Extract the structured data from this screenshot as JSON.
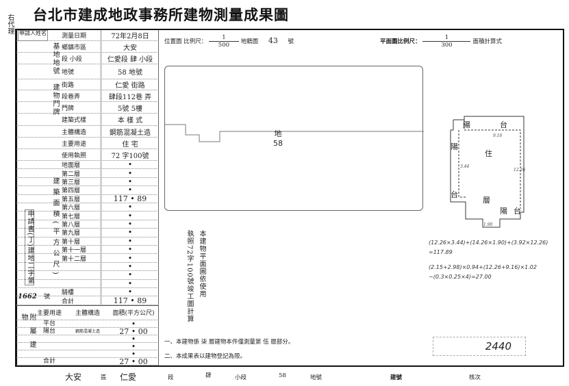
{
  "title": "台北市建成地政事務所建物測量成果圖",
  "side_tag": "右代理",
  "left": {
    "applicant_label": "申請人姓名",
    "rows": [
      {
        "label": "測量日期",
        "value": "72年2月8日"
      },
      {
        "label": "鄉鎮市區",
        "value": "大安"
      },
      {
        "label": "段 小段",
        "value": "仁愛段 肆 小段"
      },
      {
        "label": "地號",
        "value": "58 地號"
      },
      {
        "label": "街路",
        "value": "仁愛 街路"
      },
      {
        "label": "段巷弄",
        "value": "肆段112巷 弄"
      },
      {
        "label": "門牌",
        "value": "5號 5樓"
      },
      {
        "label": "建築式樣",
        "value": "本 樣 式"
      },
      {
        "label": "主體構造",
        "value": "鋼筋混凝土造"
      },
      {
        "label": "主要用途",
        "value": "住 宅"
      },
      {
        "label": "使用執照",
        "value": "72 字100號"
      }
    ],
    "group_site": "基地地號",
    "group_door": "建物門牌",
    "group_area": "建築面積(平方公尺)",
    "floors": [
      {
        "label": "地面層",
        "value": "•"
      },
      {
        "label": "第二層",
        "value": "•"
      },
      {
        "label": "第三層",
        "value": "•"
      },
      {
        "label": "第四層",
        "value": "•"
      },
      {
        "label": "第五層",
        "value": "117 • 89"
      },
      {
        "label": "第六層",
        "value": "•"
      },
      {
        "label": "第七層",
        "value": "•"
      },
      {
        "label": "第八層",
        "value": "•"
      },
      {
        "label": "第九層",
        "value": "•"
      },
      {
        "label": "第十層",
        "value": "•"
      },
      {
        "label": "第十一層",
        "value": "•"
      },
      {
        "label": "第十二層",
        "value": "•"
      },
      {
        "label": "",
        "value": "•"
      },
      {
        "label": "",
        "value": "•"
      },
      {
        "label": "",
        "value": "•"
      },
      {
        "label": "騎樓",
        "value": "•"
      },
      {
        "label": "合計",
        "value": "117 • 89"
      }
    ],
    "applicant_note": "申請書(丁)建地二字第",
    "applicant_no": "1662",
    "applicant_suffix": "號",
    "annex": {
      "group": "附屬建物",
      "headers": [
        "主要用途",
        "主體構造",
        "面積(平方公尺)"
      ],
      "rows": [
        {
          "use": "平台",
          "struct": "",
          "value": "•"
        },
        {
          "use": "陽台",
          "struct": "鋼筋混凝土造",
          "value": "27 • 00"
        },
        {
          "use": "",
          "struct": "",
          "value": "•"
        },
        {
          "use": "",
          "struct": "",
          "value": "•"
        },
        {
          "use": "",
          "struct": "",
          "value": "•"
        },
        {
          "use": "合計",
          "struct": "",
          "value": "27 • 00"
        }
      ]
    }
  },
  "header": {
    "location_label": "位置圖 比例尺：",
    "location_scale_num": "1",
    "location_scale_den": "500",
    "cadastral_label": "地籍圖",
    "cadastral_no": "43",
    "cadastral_suffix": "號",
    "plan_label": "平面圖比例尺：",
    "plan_scale_num": "1",
    "plan_scale_den": "300",
    "area_calc_label": "面積計算式"
  },
  "map": {
    "parcel_label": "地",
    "parcel_no": "58"
  },
  "plan": {
    "labels": [
      "陽",
      "台",
      "陽",
      "住",
      "台",
      "層",
      "陽",
      "台"
    ],
    "dims": [
      "9.16",
      "12.26",
      "3.44",
      "1.90"
    ]
  },
  "vertical_notes": [
    "本建物平面圖依使用",
    "執照72字100號竣工圖計算"
  ],
  "formulas": [
    "(12.26×3.44)+(14.26×1.90)+(3.92×12.26)",
    "=117.89",
    "(2.15+2.98)×0.94+(12.26+9.16)×1.02",
    "−(0.3×0.25×4)=27.00"
  ],
  "notes": [
    "一、本建物係 柒 層建物本件僅測量第 伍 層部分。",
    "二、本成果表以建物登記為限。"
  ],
  "stamp_number": "2440",
  "footer": {
    "district": "大安",
    "district_suffix": "區",
    "section": "仁愛",
    "section_suffix": "段",
    "subsection": "肆",
    "subsection_suffix": "小段",
    "lot": "58",
    "lot_suffix": "地號",
    "building_no_label": "建號",
    "check_label": "核次"
  }
}
